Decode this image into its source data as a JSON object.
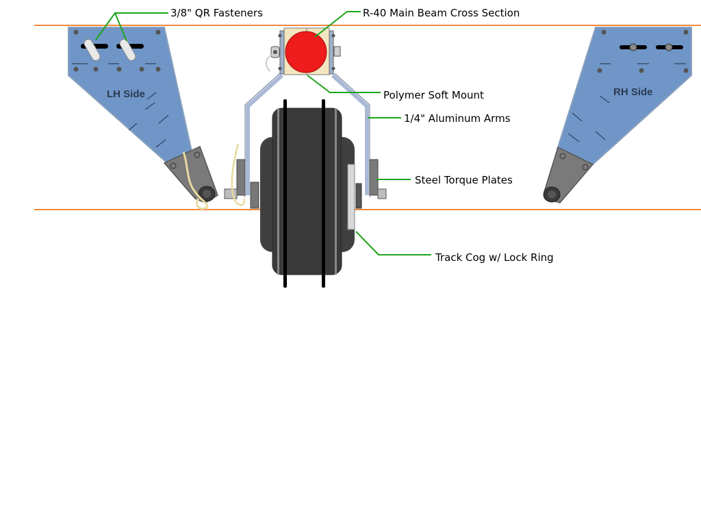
{
  "labels": {
    "lh_side": "LH Side",
    "rh_side": "RH Side"
  },
  "callouts": {
    "qr_fasteners": "3/8\" QR Fasteners",
    "main_beam": "R-40 Main Beam Cross Section",
    "soft_mount": "Polymer Soft Mount",
    "aluminum_arms": "1/4\" Aluminum Arms",
    "torque_plates": "Steel Torque Plates",
    "track_cog": "Track Cog w/ Lock Ring"
  },
  "colors": {
    "rail_line": "#f08a3c",
    "side_plate_fill": "#7096c8",
    "side_plate_edge": "#8aa0bc",
    "bracket_fill": "#7a7a7a",
    "beam_fill": "#ee1c1c",
    "soft_mount_fill": "#f3e6bf",
    "callout_line": "#1aa51a",
    "wheel_fill": "#404040",
    "arm_fill": "#a9b9d6"
  }
}
